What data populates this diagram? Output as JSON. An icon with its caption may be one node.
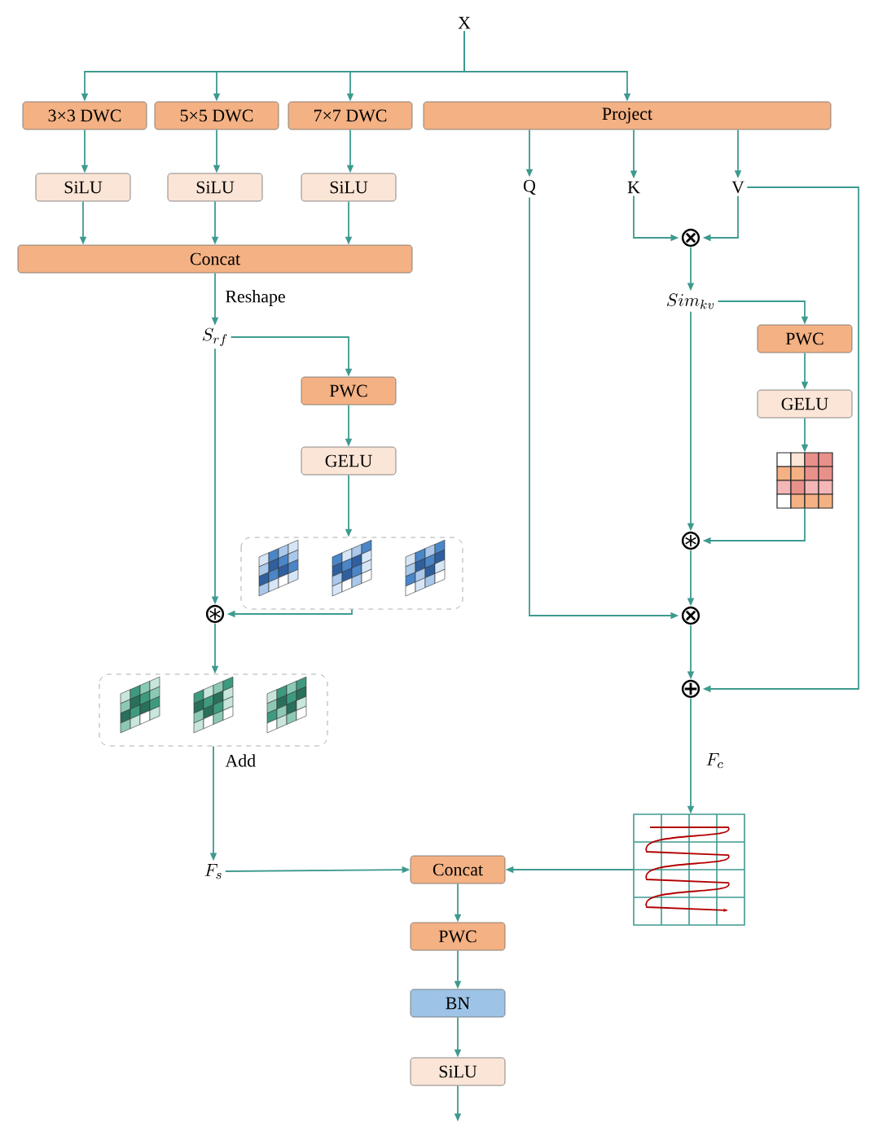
{
  "diagram": {
    "nodes": [
      {
        "text": [
          "X"
        ]
      },
      {
        "text": [
          "3×3 DWC"
        ]
      },
      {
        "text": [
          "5×5 DWC"
        ]
      },
      {
        "text": [
          "7×7 DWC"
        ]
      },
      {
        "text": [
          "SiLU"
        ]
      },
      {
        "text": [
          "SiLU"
        ]
      },
      {
        "text": [
          "SiLU"
        ]
      },
      {
        "text": [
          "Concat"
        ]
      },
      {
        "text": [
          "S_{rf}"
        ]
      },
      {
        "text": [
          "PWC"
        ]
      },
      {
        "text": [
          "GELU"
        ]
      },
      {
        "text": [],
        "shape": "picture"
      },
      {
        "text": [
          "⊛"
        ]
      },
      {
        "text": [],
        "shape": "picture"
      },
      {
        "text": [
          "F_{s}"
        ]
      },
      {
        "text": [
          "Project"
        ]
      },
      {
        "text": [
          "Q"
        ]
      },
      {
        "text": [
          "K"
        ]
      },
      {
        "text": [
          "V"
        ]
      },
      {
        "text": [
          "⊗"
        ]
      },
      {
        "text": [
          "Sim_{kv}"
        ]
      },
      {
        "text": [
          "PWC"
        ]
      },
      {
        "text": [
          "GELU"
        ]
      },
      {
        "text": [],
        "shape": "picture"
      },
      {
        "text": [
          "⊛"
        ]
      },
      {
        "text": [
          "⊗"
        ]
      },
      {
        "text": [
          "⊕"
        ]
      },
      {
        "text": [],
        "shape": "picture"
      },
      {
        "text": [
          "Concat"
        ]
      },
      {
        "text": [
          "PWC"
        ]
      },
      {
        "text": [
          "BN"
        ]
      },
      {
        "text": [
          "SiLU"
        ]
      }
    ],
    "edges": [
      {
        "from": 0,
        "to": 1,
        "arrow": "to"
      },
      {
        "from": 0,
        "to": 2,
        "arrow": "to"
      },
      {
        "from": 0,
        "to": 3,
        "arrow": "to"
      },
      {
        "from": 0,
        "to": 15,
        "arrow": "to"
      },
      {
        "from": 1,
        "to": 4,
        "arrow": "to"
      },
      {
        "from": 2,
        "to": 5,
        "arrow": "to"
      },
      {
        "from": 3,
        "to": 6,
        "arrow": "to"
      },
      {
        "from": 4,
        "to": 7,
        "arrow": "to"
      },
      {
        "from": 5,
        "to": 7,
        "arrow": "to"
      },
      {
        "from": 6,
        "to": 7,
        "arrow": "to"
      },
      {
        "from": 7,
        "to": 8,
        "arrow": "to",
        "label": "Reshape"
      },
      {
        "from": 8,
        "to": 9,
        "arrow": "to"
      },
      {
        "from": 9,
        "to": 10,
        "arrow": "to"
      },
      {
        "from": 10,
        "to": 11,
        "arrow": "to"
      },
      {
        "from": 8,
        "to": 12,
        "arrow": "to"
      },
      {
        "from": 11,
        "to": 12,
        "arrow": "to"
      },
      {
        "from": 12,
        "to": 13,
        "arrow": "to"
      },
      {
        "from": 13,
        "to": 14,
        "arrow": "to",
        "label": "Add"
      },
      {
        "from": 14,
        "to": 28,
        "arrow": "to"
      },
      {
        "from": 15,
        "to": 16,
        "arrow": "to"
      },
      {
        "from": 15,
        "to": 17,
        "arrow": "to"
      },
      {
        "from": 15,
        "to": 18,
        "arrow": "to"
      },
      {
        "from": 17,
        "to": 19,
        "arrow": "to"
      },
      {
        "from": 18,
        "to": 19,
        "arrow": "to"
      },
      {
        "from": 19,
        "to": 20,
        "arrow": "to"
      },
      {
        "from": 20,
        "to": 21,
        "arrow": "to"
      },
      {
        "from": 21,
        "to": 22,
        "arrow": "to"
      },
      {
        "from": 22,
        "to": 23,
        "arrow": "to"
      },
      {
        "from": 20,
        "to": 24,
        "arrow": "to"
      },
      {
        "from": 23,
        "to": 24,
        "arrow": "to"
      },
      {
        "from": 24,
        "to": 25,
        "arrow": "to"
      },
      {
        "from": 16,
        "to": 25,
        "arrow": "to"
      },
      {
        "from": 25,
        "to": 26,
        "arrow": "to"
      },
      {
        "from": 18,
        "to": 26,
        "arrow": "to"
      },
      {
        "from": 26,
        "to": 27,
        "arrow": "to",
        "label": "F_{c}"
      },
      {
        "from": 27,
        "to": 28,
        "arrow": "to"
      },
      {
        "from": 28,
        "to": 29,
        "arrow": "to"
      },
      {
        "from": 29,
        "to": 30,
        "arrow": "to"
      },
      {
        "from": 30,
        "to": 31,
        "arrow": "to"
      },
      {
        "from": 31,
        "to": null,
        "arrow": "to"
      }
    ]
  }
}
